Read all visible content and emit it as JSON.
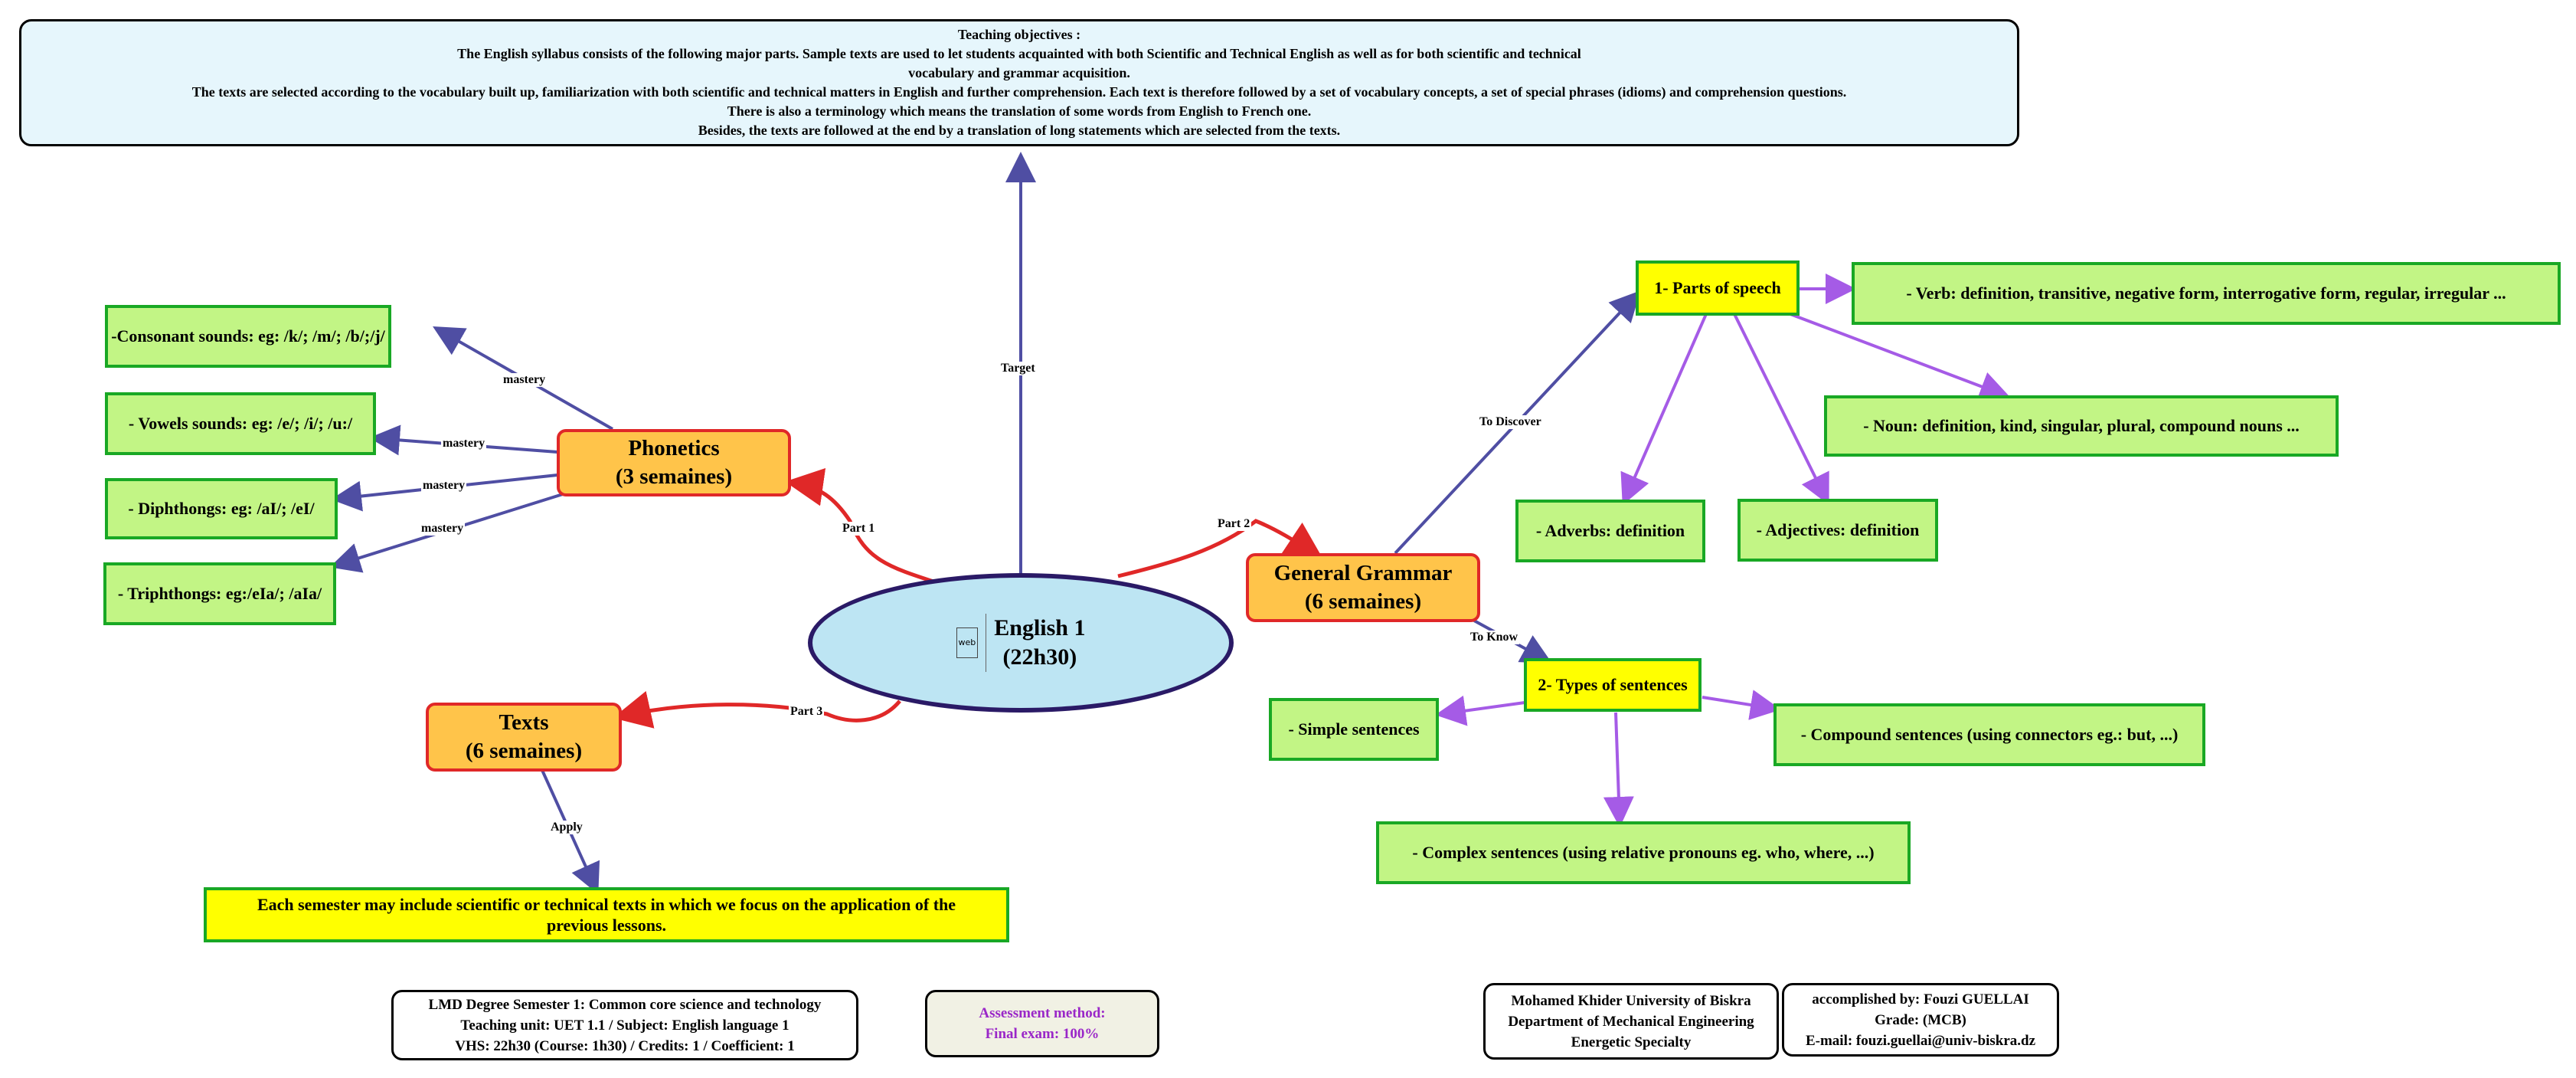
{
  "objectives": {
    "lines": [
      "Teaching objectives :",
      "The English syllabus consists of the following major parts. Sample texts are used to let students acquainted with both Scientific and Technical English as well as for both scientific and technical",
      "vocabulary and grammar acquisition.",
      "The texts are selected according to the vocabulary built up, familiarization with both scientific and technical matters in English and further comprehension. Each text is therefore followed by a set of vocabulary concepts, a set of special phrases (idioms) and comprehension questions.",
      "There is also a terminology which means the translation of some words from English to French one.",
      "Besides, the texts are followed at the end by a translation of long statements which are selected from the texts."
    ]
  },
  "center": {
    "title": "English 1",
    "subtitle": "(22h30)",
    "icon": "web"
  },
  "phonetics": {
    "title": "Phonetics",
    "subtitle": "(3 semaines)",
    "items": [
      "-Consonant sounds: eg: /k/; /m/; /b/;/j/",
      "- Vowels sounds: eg: /e/; /i/; /u:/",
      "- Diphthongs: eg: /aI/; /eI/",
      "- Triphthongs: eg:/eIa/; /aIa/"
    ]
  },
  "texts": {
    "title": "Texts",
    "subtitle": "(6 semaines)",
    "note": "Each semester may include scientific or technical texts in which we focus on the application of the previous lessons."
  },
  "grammar": {
    "title": "General Grammar",
    "subtitle": "(6 semaines)",
    "parts_of_speech": {
      "title": "1- Parts of speech",
      "verb": "-  Verb: definition, transitive, negative form, interrogative form, regular, irregular ...",
      "noun": "- Noun: definition, kind, singular, plural, compound nouns ...",
      "adverbs": "- Adverbs: definition",
      "adjectives": "- Adjectives: definition"
    },
    "types_of_sentences": {
      "title": "2- Types of sentences",
      "simple": "- Simple sentences",
      "compound": "- Compound sentences (using connectors eg.: but, ...)",
      "complex": "- Complex sentences (using relative pronouns eg. who, where, ...)"
    }
  },
  "edges": {
    "target": "Target",
    "part1": "Part 1",
    "part2": "Part 2",
    "part3": "Part 3",
    "mastery": "mastery",
    "apply": "Apply",
    "to_discover": "To Discover",
    "to_know": "To Know"
  },
  "footer": {
    "lmd": [
      "LMD Degree Semester 1: Common core science and technology",
      "Teaching unit: UET 1.1 / Subject: English language 1",
      "VHS: 22h30 (Course: 1h30) / Credits: 1 / Coefficient: 1"
    ],
    "assessment": [
      "Assessment method:",
      "Final exam: 100%"
    ],
    "university": [
      "Mohamed Khider University of Biskra",
      "Department of Mechanical Engineering",
      "Energetic Specialty"
    ],
    "author": [
      "accomplished by: Fouzi GUELLAI",
      "Grade: (MCB)",
      "E-mail: fouzi.guellai@univ-biskra.dz"
    ]
  },
  "colors": {
    "red_link": "#e02828",
    "blue_link": "#4f4ea3",
    "purple_link": "#a55be6",
    "green_border": "#19a824",
    "orange_fill": "#ffc44a"
  }
}
